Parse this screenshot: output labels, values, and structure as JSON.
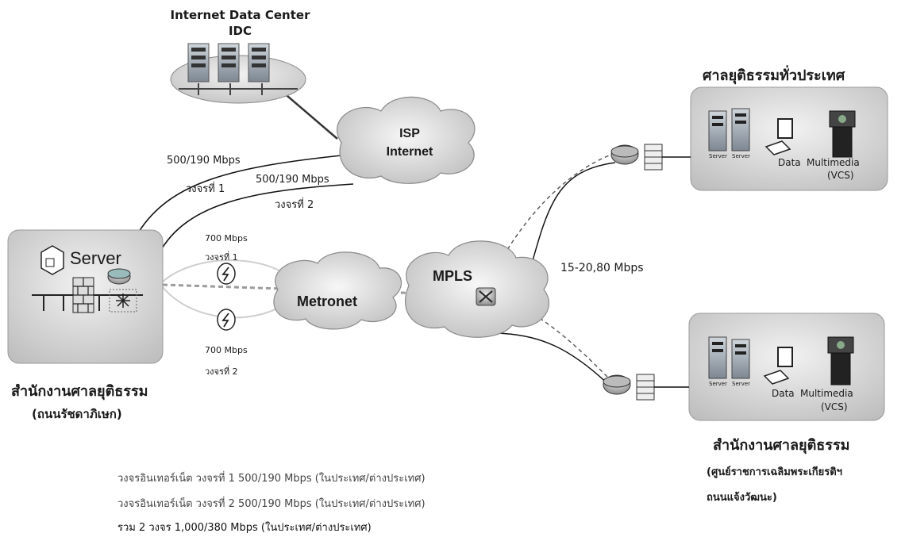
{
  "idc": {
    "title": "Internet Data Center",
    "subtitle": "IDC"
  },
  "isp": {
    "line1": "ISP",
    "line2": "Internet"
  },
  "links": {
    "internet1_speed": "500/190 Mbps",
    "internet1_circuit": "วงจรที่ 1",
    "internet2_speed": "500/190 Mbps",
    "internet2_circuit": "วงจรที่ 2",
    "metro1_speed": "700 Mbps",
    "metro1_circuit": "วงจรที่ 1",
    "metro2_speed": "700 Mbps",
    "metro2_circuit": "วงจรที่ 2",
    "mpls_speed": "15-20,80 Mbps"
  },
  "metronet": {
    "label": "Metronet"
  },
  "mpls": {
    "label": "MPLS"
  },
  "hq": {
    "server_label": "Server",
    "name": "สำนักงานศาลยุติธรรม",
    "location": "(ถนนรัชดาภิเษก)"
  },
  "nationwide": {
    "title": "ศาลยุติธรรมทั่วประเทศ",
    "server1": "Server",
    "server2": "Server",
    "data": "Data",
    "multimedia": "Multimedia",
    "vcs": "(VCS)"
  },
  "office2": {
    "server1": "Server",
    "server2": "Server",
    "data": "Data",
    "multimedia": "Multimedia",
    "vcs": "(VCS)",
    "name": "สำนักงานศาลยุติธรรม",
    "location1": "(ศูนย์ราชการเฉลิมพระเกียรติฯ",
    "location2": "ถนนแจ้งวัฒนะ)"
  },
  "notes": [
    "วงจรอินเทอร์เน็ต วงจรที่ 1 500/190 Mbps (ในประเทศ/ต่างประเทศ)",
    "วงจรอินเทอร์เน็ต วงจรที่ 2 500/190 Mbps (ในประเทศ/ต่างประเทศ)",
    "รวม 2 วงจร 1,000/380 Mbps (ในประเทศ/ต่างประเทศ)"
  ]
}
